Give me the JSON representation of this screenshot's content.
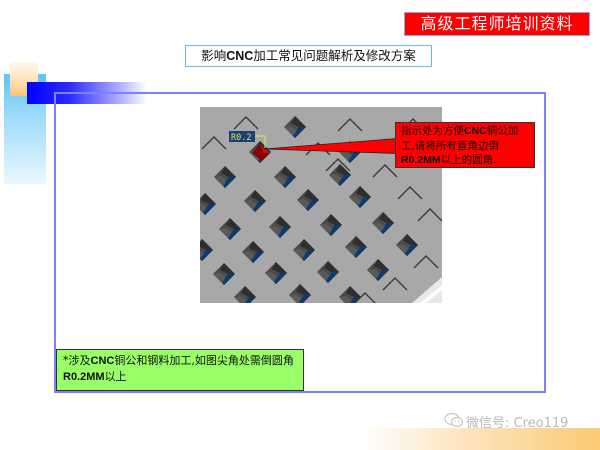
{
  "header": {
    "title": "高级工程师培训资料",
    "subtitle_prefix": "影响",
    "subtitle_bold": "CNC",
    "subtitle_suffix": "加工常见问题解析及修改方案"
  },
  "figure": {
    "dimension_label": "R0.2",
    "callout": {
      "line1_prefix": "指示处为方便",
      "line1_bold": "CNC",
      "line1_suffix": "铜公加",
      "line2": "工,请将所有直角边倒",
      "line3_bold": "R0.2MM",
      "line3_suffix": "以上的圆角."
    }
  },
  "note": {
    "prefix": "*涉及",
    "bold1": "CNC",
    "middle": "铜公和钢料加工,如图尖角处需倒圆角",
    "bold2": "R0.2MM",
    "suffix": "以上"
  },
  "watermark": {
    "icon": "wechat-icon",
    "text": "微信号: Creo119"
  },
  "colors": {
    "title_bg": "#ff0000",
    "callout_bg": "#ff0000",
    "note_bg": "#99ff66",
    "frame_border": "#8080ff",
    "subtitle_border": "#6ab8ea",
    "pocket_blue": "#0a3a70",
    "cad_bg": "#a8a8a8"
  }
}
